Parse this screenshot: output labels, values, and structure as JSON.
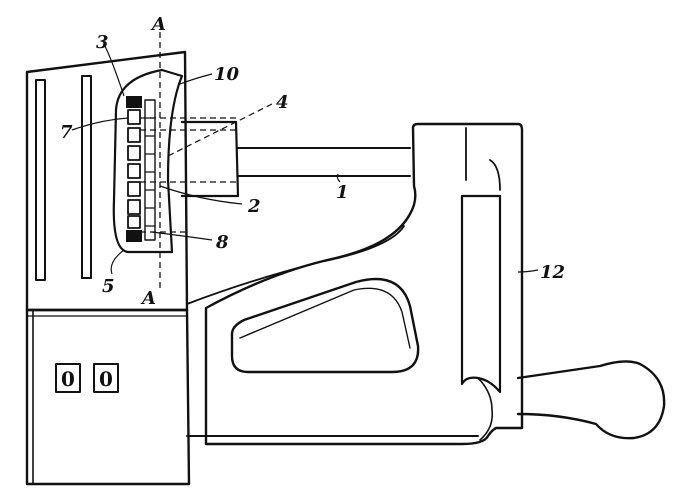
{
  "figure": {
    "section_labels": {
      "top": "A",
      "bottom": "A"
    },
    "reference_numerals": {
      "n1": "1",
      "n2": "2",
      "n3": "3",
      "n4": "4",
      "n5": "5",
      "n7": "7",
      "n8": "8",
      "n10": "10",
      "n12": "12"
    },
    "counter_display": {
      "left_digit": "0",
      "right_digit": "0"
    }
  }
}
